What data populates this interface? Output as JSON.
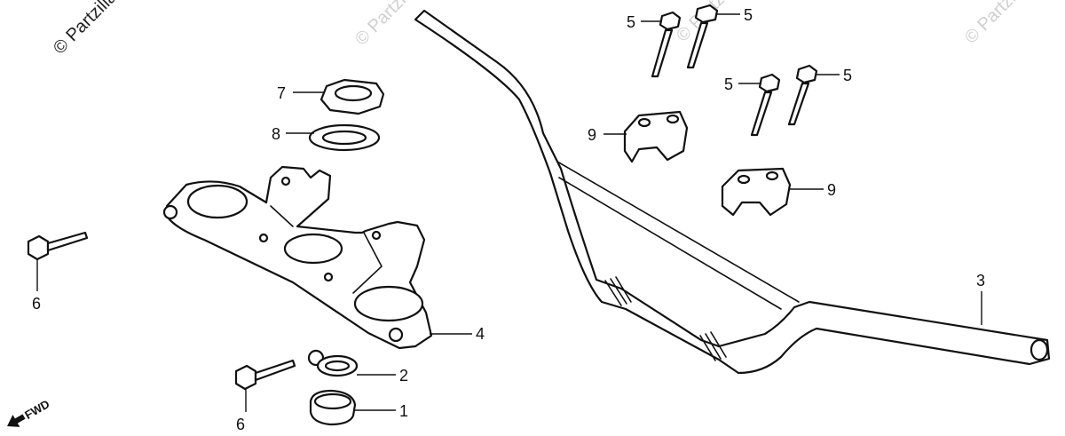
{
  "watermarks": [
    {
      "text": "© Partzilla.com",
      "style": "dark"
    },
    {
      "text": "© Partzilla",
      "style": "light"
    },
    {
      "text": "© Partzilla",
      "style": "light"
    },
    {
      "text": "© Partzilla",
      "style": "light"
    }
  ],
  "callouts": [
    "1",
    "2",
    "3",
    "4",
    "5",
    "5",
    "5",
    "5",
    "6",
    "6",
    "7",
    "8",
    "9",
    "9"
  ],
  "fwd_label": "FWD"
}
